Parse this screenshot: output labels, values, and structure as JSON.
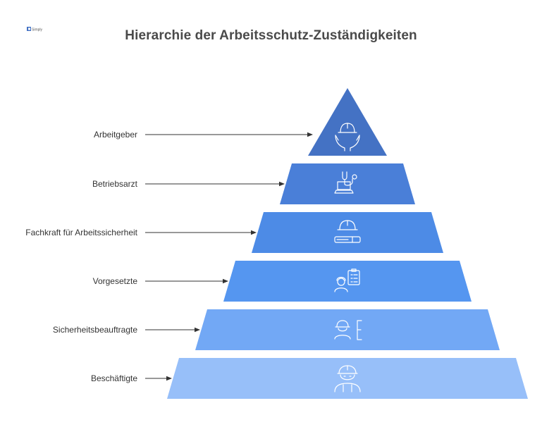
{
  "title": "Hierarchie der Arbeitsschutz-Zuständigkeiten",
  "logo": {
    "icon": "company-logo-icon",
    "text": "Simply"
  },
  "colors": {
    "level_1": "#4472c4",
    "level_2": "#4a7fd8",
    "level_3": "#4d8be6",
    "level_4": "#5596f0",
    "level_5": "#72a8f5",
    "level_6": "#97bff9",
    "label_text": "#333333",
    "arrow": "#333333",
    "title_text": "#4a4a4a"
  },
  "levels": [
    {
      "label": "Arbeitgeber",
      "icon": "hard-hat-in-hands-icon"
    },
    {
      "label": "Betriebsarzt",
      "icon": "stethoscope-laptop-icon"
    },
    {
      "label": "Fachkraft für Arbeitssicherheit",
      "icon": "hard-hat-and-tools-icon"
    },
    {
      "label": "Vorgesetzte",
      "icon": "supervisor-clipboard-icon"
    },
    {
      "label": "Sicherheitsbeauftragte",
      "icon": "safety-officer-icon"
    },
    {
      "label": "Beschäftigte",
      "icon": "worker-with-helmet-icon"
    }
  ]
}
